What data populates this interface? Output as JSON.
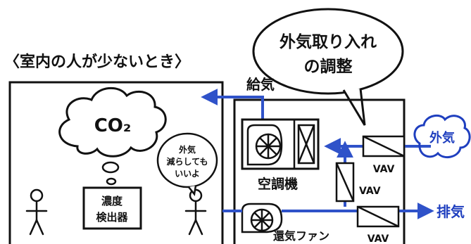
{
  "room_title": "〈室内の人が少ないとき〉",
  "co2_label": "CO₂",
  "sensor_label_line1": "濃度",
  "sensor_label_line2": "検出器",
  "person_speech_line1": "外気",
  "person_speech_line2": "減らしても",
  "person_speech_line3": "いいよ",
  "callout_line1": "外気取り入れ",
  "callout_line2": "の調整",
  "supply_air_label": "給気",
  "outside_air_label": "外気",
  "exhaust_label": "排気",
  "ahu_label": "空調機",
  "return_fan_label": "還気ファン",
  "vav_outside_label": "VAV",
  "vav_mid_label": "VAV",
  "vav_exhaust_label": "VAV",
  "colors": {
    "duct_blue": "#2f52c9",
    "outside_cloud_blue": "#1f3fbf",
    "ink": "#111111"
  }
}
